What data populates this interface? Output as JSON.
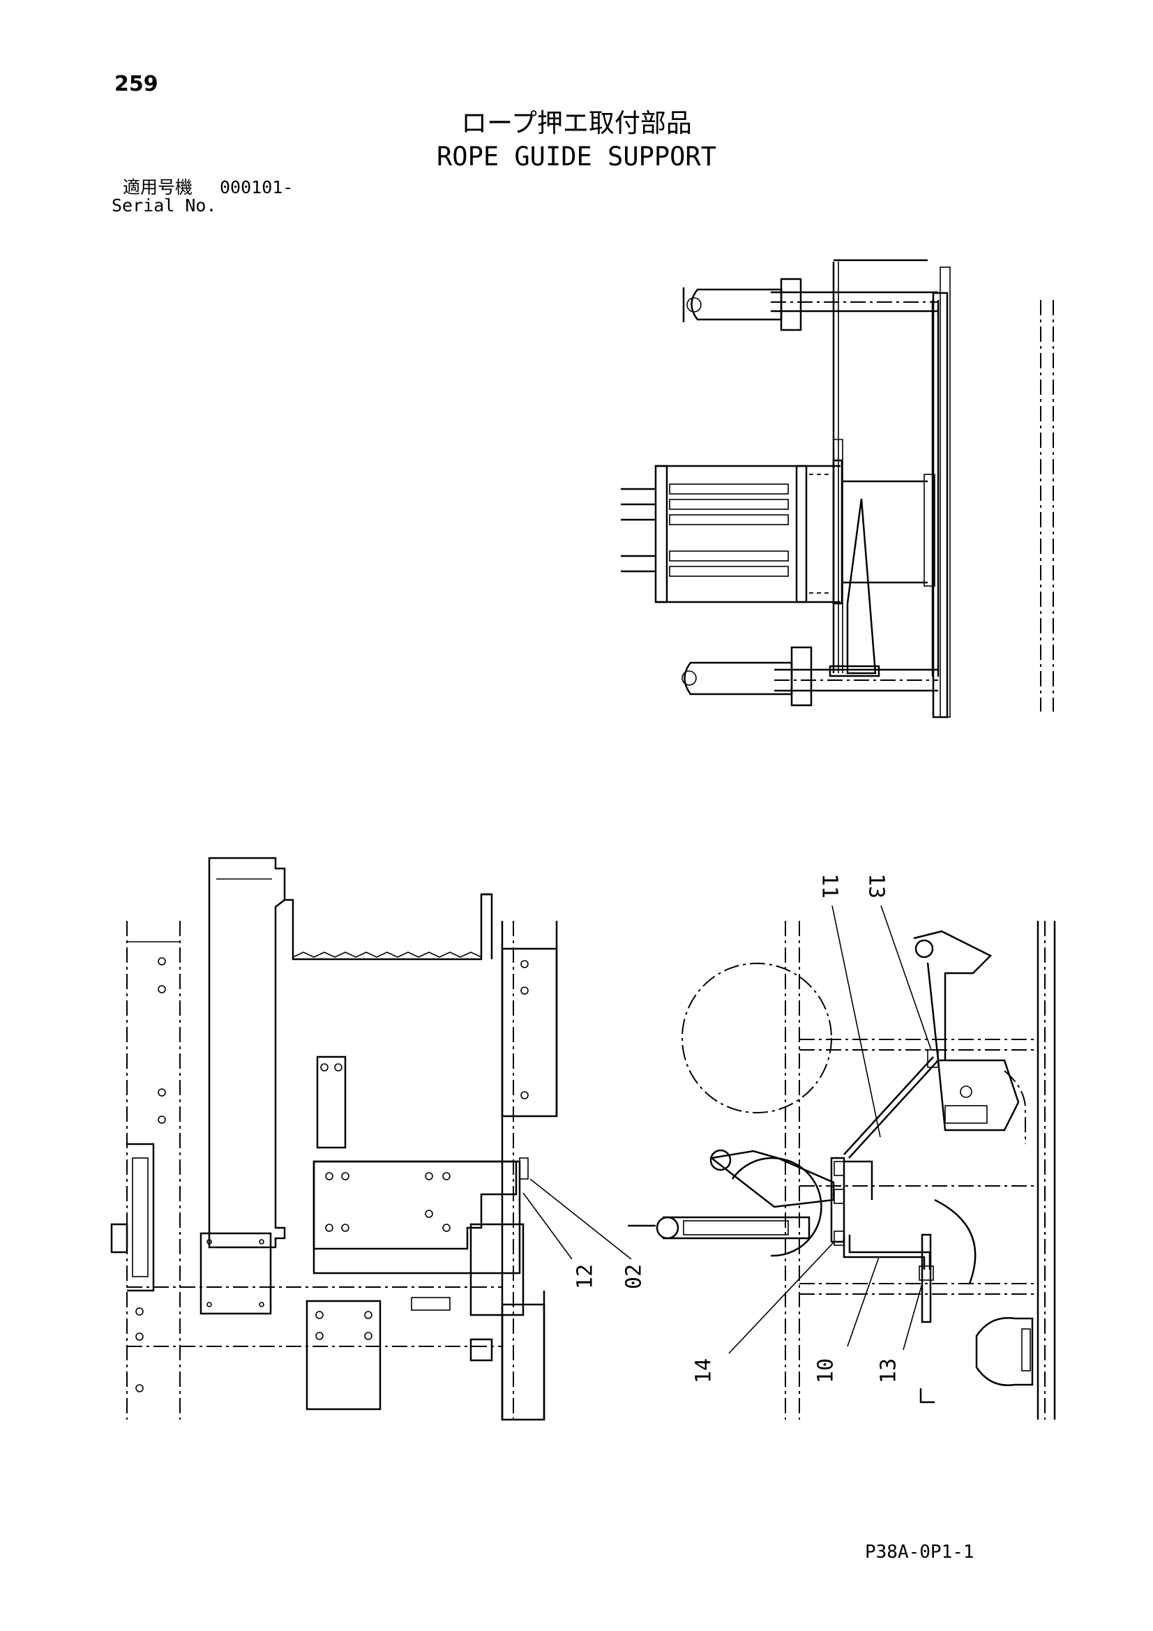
{
  "header": {
    "page_number": "259",
    "title_jp": "ロープ押エ取付部品",
    "title_en": "ROPE GUIDE SUPPORT",
    "serial_label_jp": "適用号機",
    "serial_value": "000101-",
    "serial_label_en": "Serial No."
  },
  "diagram": {
    "callouts": [
      "11",
      "13",
      "12",
      "02",
      "14",
      "10",
      "13"
    ]
  },
  "footer": {
    "page_code": "P38A-0P1-1"
  }
}
